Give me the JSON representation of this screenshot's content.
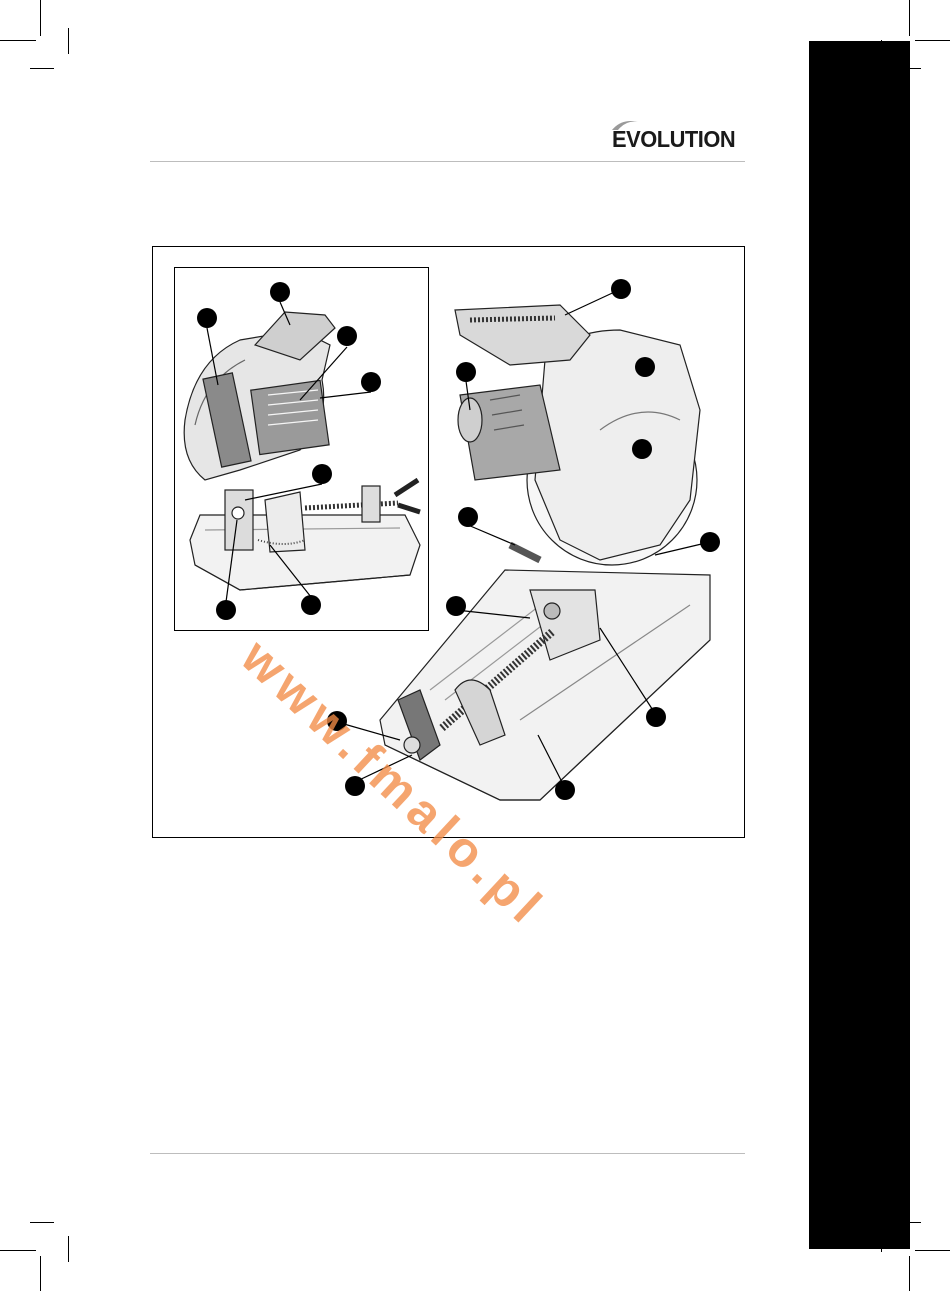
{
  "header": {
    "brand": "EVOLUTION",
    "brand_icon": "evolution-swoosh-logo"
  },
  "watermark": {
    "text": "www.fmalo.pl",
    "color": "#f28c46"
  },
  "figure": {
    "callout_count": 18,
    "callout_color": "#000000"
  },
  "side_tab": {
    "color": "#000000"
  }
}
